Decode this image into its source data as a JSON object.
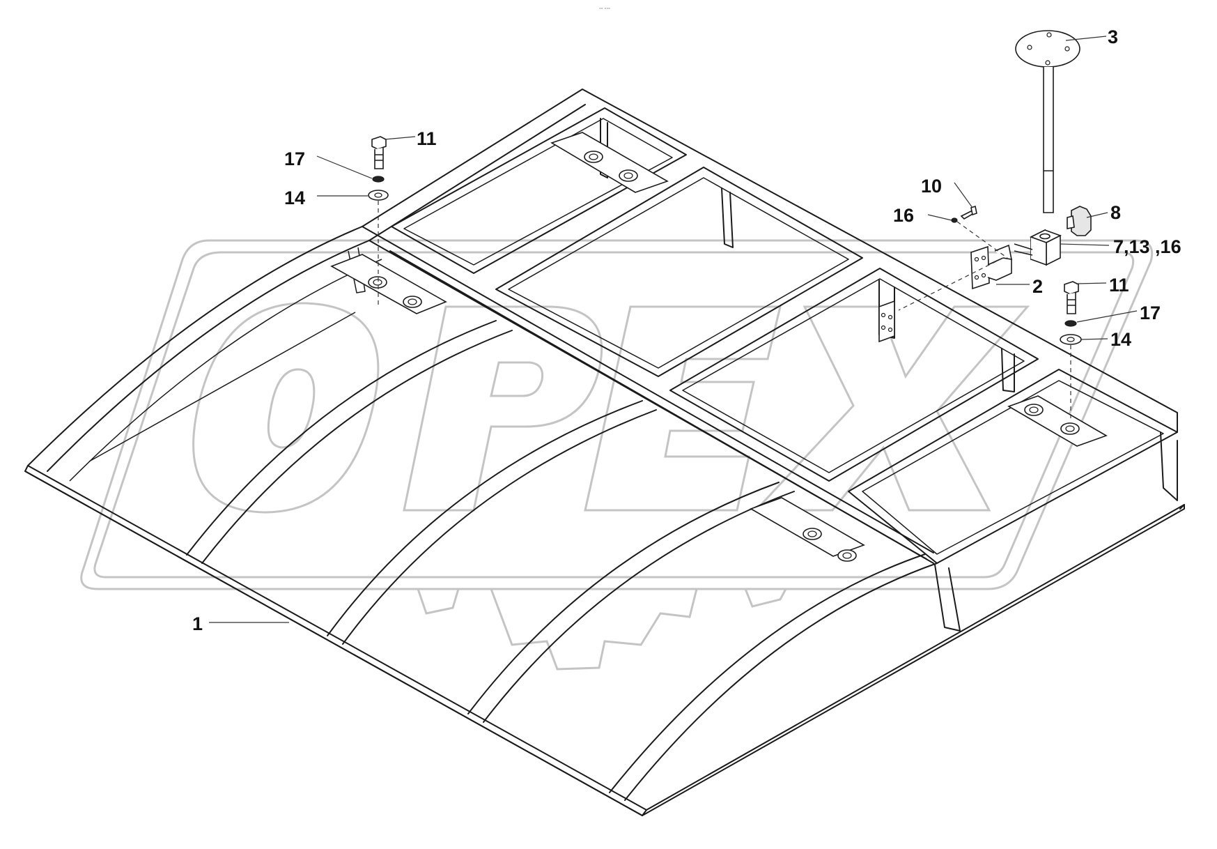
{
  "header": {
    "scan_mark": "°° °°°"
  },
  "watermark": {
    "text": "OPEX",
    "color": "#c4c4c4"
  },
  "callouts": [
    {
      "id": "c1",
      "label": "1"
    },
    {
      "id": "c2",
      "label": "2"
    },
    {
      "id": "c3",
      "label": "3"
    },
    {
      "id": "c8",
      "label": "8"
    },
    {
      "id": "c7",
      "label": "7,13 ,16"
    },
    {
      "id": "c10",
      "label": "10"
    },
    {
      "id": "c16",
      "label": "16"
    },
    {
      "id": "c11a",
      "label": "11"
    },
    {
      "id": "c17a",
      "label": "17"
    },
    {
      "id": "c14a",
      "label": "14"
    },
    {
      "id": "c11b",
      "label": "11"
    },
    {
      "id": "c17b",
      "label": "17"
    },
    {
      "id": "c14b",
      "label": "14"
    }
  ]
}
